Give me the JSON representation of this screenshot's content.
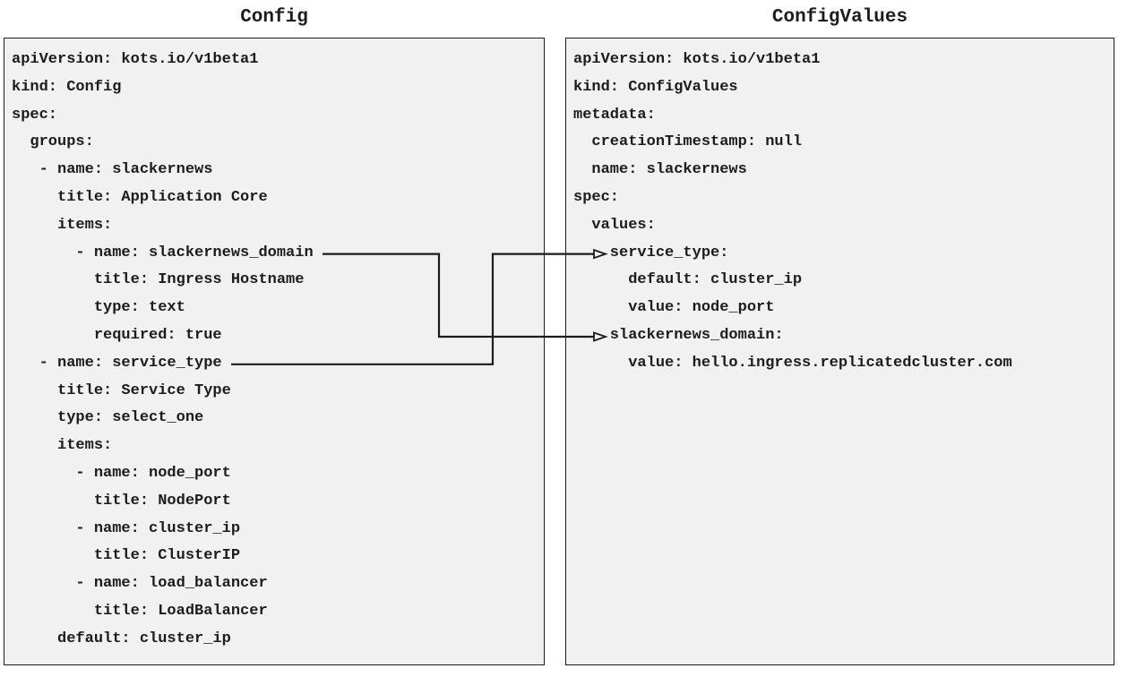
{
  "page": {
    "background": "#ffffff",
    "box_fill": "#f1f1f1",
    "ink": "#1c1c1c"
  },
  "diagram": {
    "left_panel": {
      "title": "Config",
      "lines": [
        "apiVersion: kots.io/v1beta1",
        "kind: Config",
        "spec:",
        "  groups:",
        "   - name: slackernews",
        "     title: Application Core",
        "     items:",
        "       - name: slackernews_domain",
        "         title: Ingress Hostname",
        "         type: text",
        "         required: true",
        "   - name: service_type",
        "     title: Service Type",
        "     type: select_one",
        "     items:",
        "       - name: node_port",
        "         title: NodePort",
        "       - name: cluster_ip",
        "         title: ClusterIP",
        "       - name: load_balancer",
        "         title: LoadBalancer",
        "     default: cluster_ip"
      ]
    },
    "right_panel": {
      "title": "ConfigValues",
      "lines": [
        "apiVersion: kots.io/v1beta1",
        "kind: ConfigValues",
        "metadata:",
        "  creationTimestamp: null",
        "  name: slackernews",
        "spec:",
        "  values:",
        "    service_type:",
        "      default: cluster_ip",
        "      value: node_port",
        "    slackernews_domain:",
        "      value: hello.ingress.replicatedcluster.com"
      ]
    },
    "connections": {
      "color": "#1c1c1c",
      "items": [
        {
          "from": "Config item slackernews_domain",
          "to": "ConfigValues value slackernews_domain"
        },
        {
          "from": "Config item service_type",
          "to": "ConfigValues value service_type"
        }
      ]
    }
  }
}
